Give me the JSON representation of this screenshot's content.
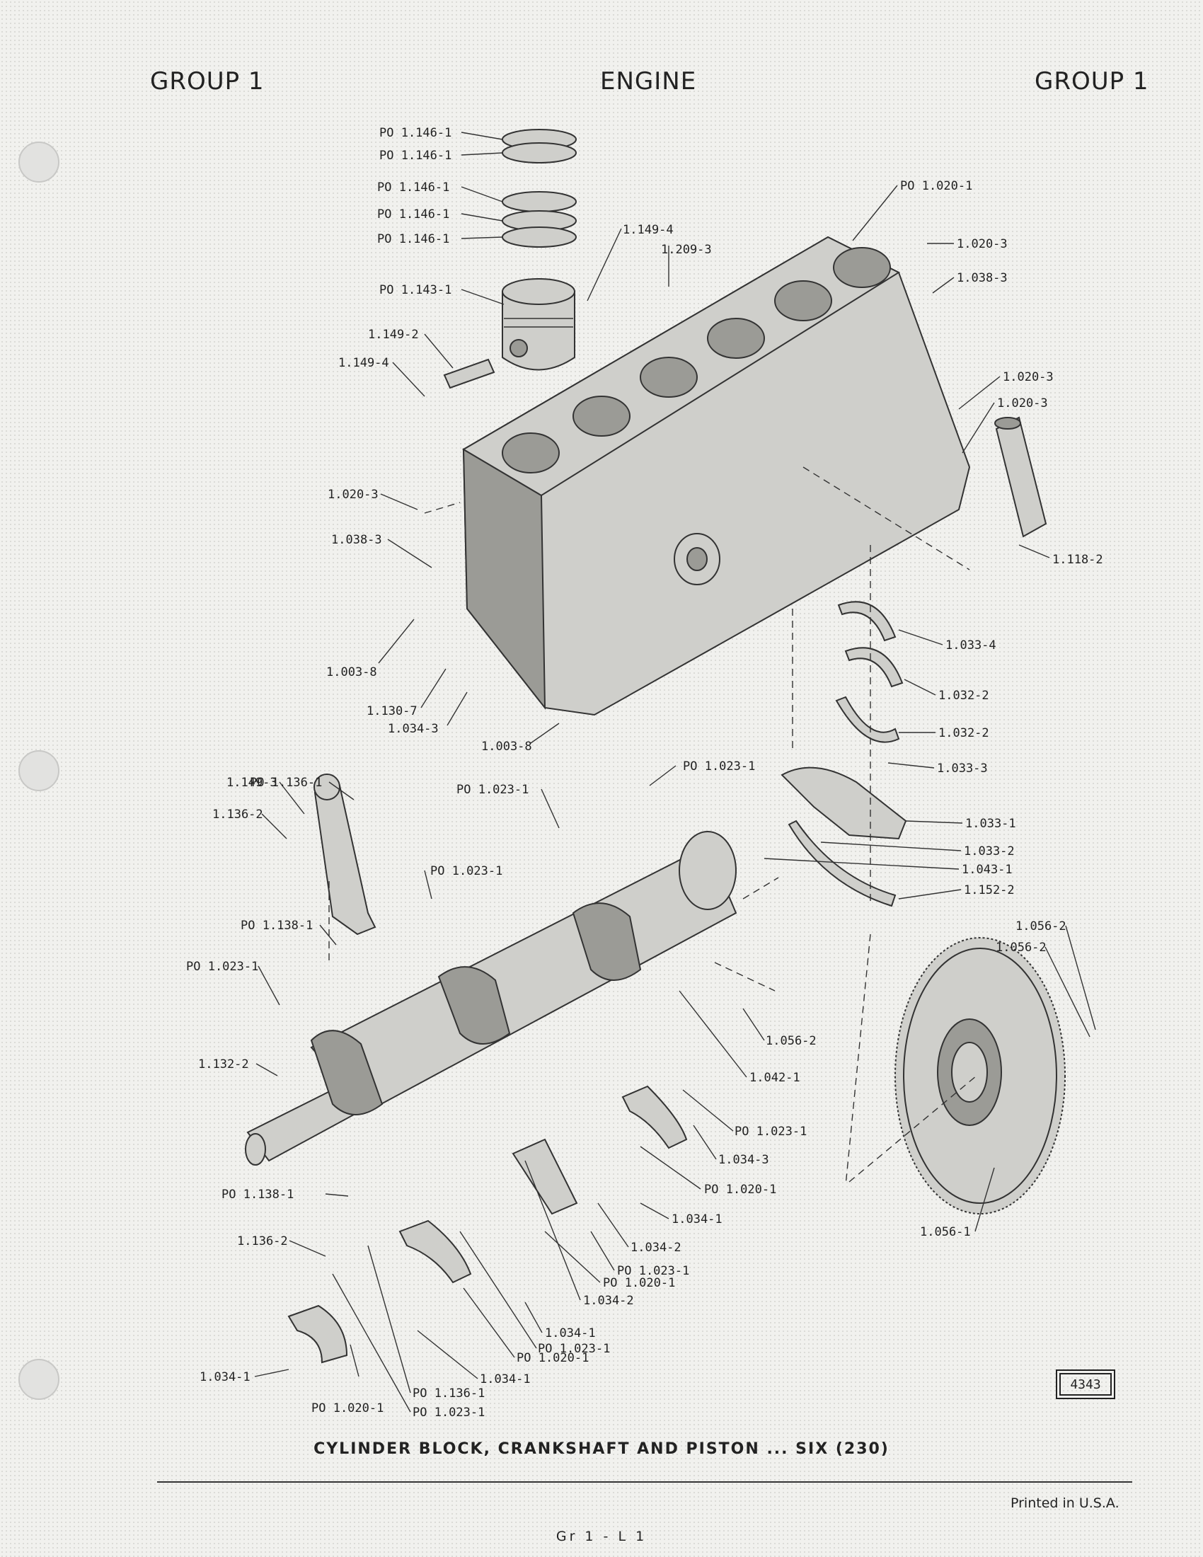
{
  "header": {
    "left": "GROUP 1",
    "center": "ENGINE",
    "right": "GROUP 1"
  },
  "diagram": {
    "callouts": [
      "PO 1.146-1",
      "PO 1.146-1",
      "PO 1.146-1",
      "PO 1.146-1",
      "PO 1.146-1",
      "PO 1.143-1",
      "1.149-2",
      "1.149-4",
      "1.149-4",
      "1.209-3",
      "PO 1.020-1",
      "1.020-3",
      "1.038-3",
      "1.020-3",
      "1.020-3",
      "1.020-3",
      "1.038-3",
      "1.003-8",
      "1.130-7",
      "1.034-3",
      "1.003-8",
      "1.118-2",
      "1.033-4",
      "1.032-2",
      "1.032-2",
      "1.033-3",
      "1.033-1",
      "1.033-2",
      "1.043-1",
      "1.152-2",
      "PO 1.023-1",
      "PO 1.023-1",
      "PO 1.023-1",
      "PO 1.136-1",
      "1.149-3",
      "1.136-2",
      "PO 1.138-1",
      "PO 1.023-1",
      "1.056-2",
      "1.056-2",
      "1.056-2",
      "1.042-1",
      "1.132-2",
      "PO 1.023-1",
      "1.034-3",
      "PO 1.020-1",
      "1.034-1",
      "1.034-2",
      "PO 1.023-1",
      "PO 1.020-1",
      "1.034-2",
      "1.034-1",
      "PO 1.023-1",
      "PO 1.020-1",
      "1.034-1",
      "PO 1.138-1",
      "1.136-2",
      "1.034-1",
      "PO 1.020-1",
      "PO 1.136-1",
      "PO 1.023-1",
      "1.056-1"
    ]
  },
  "ref_number": "4343",
  "caption": "CYLINDER BLOCK, CRANKSHAFT AND PISTON ... SIX (230)",
  "printed": "Printed in U.S.A.",
  "footer_code": "Gr 1 - L 1"
}
